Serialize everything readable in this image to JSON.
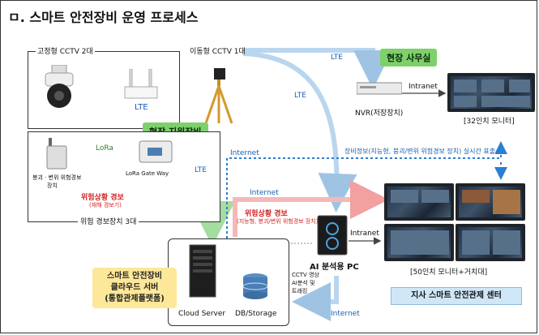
{
  "title": "ㅁ. 스마트 안전장비 운영 프로세스",
  "cctv_fixed_label": "고정형 CCTV 2대",
  "cctv_mobile_label": "이동형 CCTV 1대",
  "lte_router_label": "LTE",
  "lte_top": "LTE",
  "lte_mid": "LTE",
  "lte_left": "LTE",
  "field_office": "현장 사무실",
  "field_support": "현장 지원장비",
  "intranet_top": "Intranet",
  "nvr_label": "NVR(저장장치)",
  "monitor32_label": "[32인치 모니터]",
  "lora_label": "LoRa",
  "sensor_label_line1": "붕괴 · 변위 위험경보",
  "sensor_label_line2": "장치",
  "gateway_label": "LoRa Gate Way",
  "danger_alert_left": "위험상황 경보",
  "danger_alert_left_sub": "(재해 경보기)",
  "warning_devices": "위험 경보장치 3대",
  "internet_top": "Internet",
  "equip_info": "장비정보(지능형, 붕괴/변위 위험경보 장치) 실시간 표출",
  "internet_mid": "Internet",
  "danger_alert_mid": "위험상황 경보",
  "danger_alert_mid_sub": "(지능형, 붕괴/변위 위험경보 장치)",
  "intranet_bottom": "Intranet",
  "ai_pc_label": "AI 분석용 PC",
  "monitor50_label": "[50인치 모니터+거치대]",
  "cloud_box_lines": [
    "스마트 안전장비",
    "클라우드 서버",
    "(통합관제플랫폼)"
  ],
  "cloud_server_label": "Cloud Server",
  "db_label": "DB/Storage",
  "cctv_note_lines": [
    "CCTV 영상",
    "AI분석 및",
    "트래킹"
  ],
  "internet_bottom": "Internet",
  "control_center": "지사 스마트 안전관제 센터"
}
